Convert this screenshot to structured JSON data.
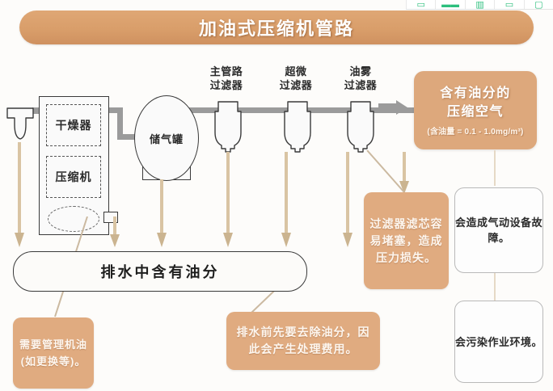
{
  "title": {
    "text": "加油式压缩机管路"
  },
  "toolbar": {
    "icons": [
      {
        "name": "rectangle-icon",
        "glyph": "▭"
      },
      {
        "name": "dashes-icon",
        "glyph": "▬▬"
      },
      {
        "name": "chart-icon",
        "glyph": "▥"
      },
      {
        "name": "rectangle-outline-icon",
        "glyph": "▭"
      },
      {
        "name": "square-icon",
        "glyph": "▢"
      }
    ]
  },
  "equipment": {
    "intake_name": "intake-filter",
    "dryer": "干燥器",
    "compressor": "压缩机",
    "tank": "储气罐",
    "separator_name": "oil-separator"
  },
  "filters": [
    {
      "label_line1": "主管路",
      "label_line2": "过滤器",
      "name": "main-line-filter"
    },
    {
      "label_line1": "超微",
      "label_line2": "过滤器",
      "name": "ultra-fine-filter"
    },
    {
      "label_line1": "油雾",
      "label_line2": "过滤器",
      "name": "oil-mist-filter"
    }
  ],
  "result": {
    "line1": "含有油分的",
    "line2": "压缩空气",
    "sub": "(含油量 = 0.1 - 1.0mg/m³)"
  },
  "drain_bar": {
    "text": "排水中含有油分"
  },
  "callouts": {
    "filter_clog": "过滤器滤芯容易堵塞，造成压力损失。",
    "oil_management": "需要管理机油 (如更换等)。",
    "drain_treatment": "排水前先要去除油分，因此会产生处理费用。",
    "equipment_failure": "会造成气动设备故障。",
    "environment_pollution": "会污染作业环境。"
  },
  "colors": {
    "banner": "#d99e6a",
    "orange_callout": "#e0ab80",
    "result_box": "#dda87c",
    "pipe": "#9b9b9b",
    "drain_arrow": "#d9c4a3"
  }
}
